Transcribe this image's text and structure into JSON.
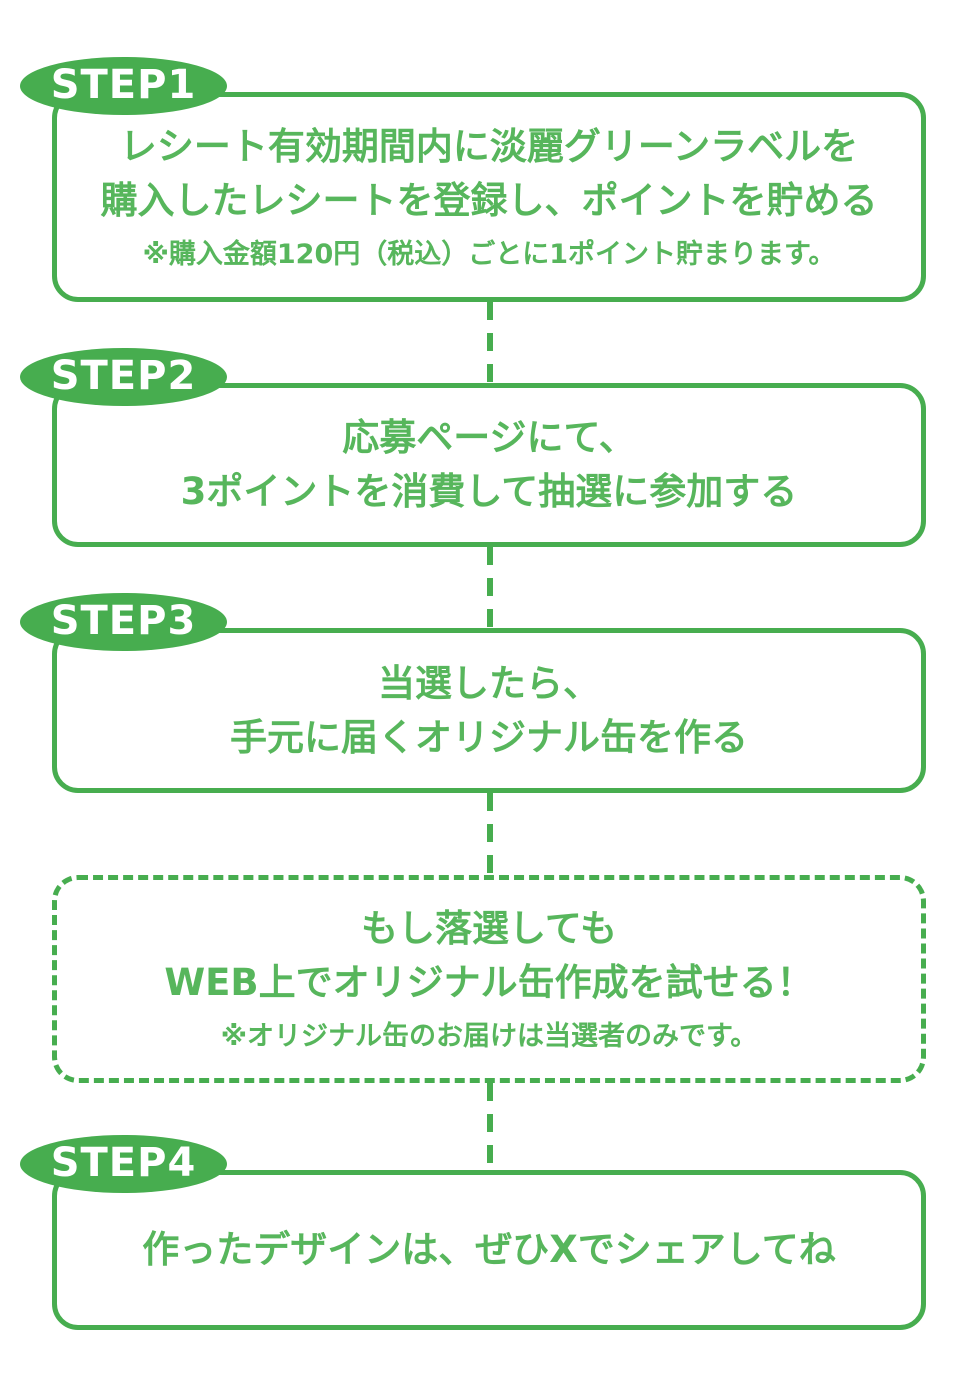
{
  "colors": {
    "green": "#47ad4f",
    "text_green": "#57b65c",
    "badge_text": "#ffffff",
    "bg": "#ffffff"
  },
  "steps": [
    {
      "badge": "STEP1",
      "lines": [
        "レシート有効期間内に淡麗グリーンラベルを",
        "購入したレシートを登録し、ポイントを貯める"
      ],
      "note": "※購入金額120円（税込）ごとに1ポイント貯まります。",
      "style": "solid"
    },
    {
      "badge": "STEP2",
      "lines": [
        "応募ページにて、",
        "3ポイントを消費して抽選に参加する"
      ],
      "note": "",
      "style": "solid"
    },
    {
      "badge": "STEP3",
      "lines": [
        "当選したら、",
        "手元に届くオリジナル缶を作る"
      ],
      "note": "",
      "style": "solid"
    },
    {
      "badge": "",
      "lines": [
        "もし落選しても",
        "WEB上でオリジナル缶作成を試せる！"
      ],
      "note": "※オリジナル缶のお届けは当選者のみです。",
      "style": "dashed"
    },
    {
      "badge": "STEP4",
      "lines": [
        "作ったデザインは、ぜひXでシェアしてね"
      ],
      "note": "",
      "style": "solid"
    }
  ]
}
